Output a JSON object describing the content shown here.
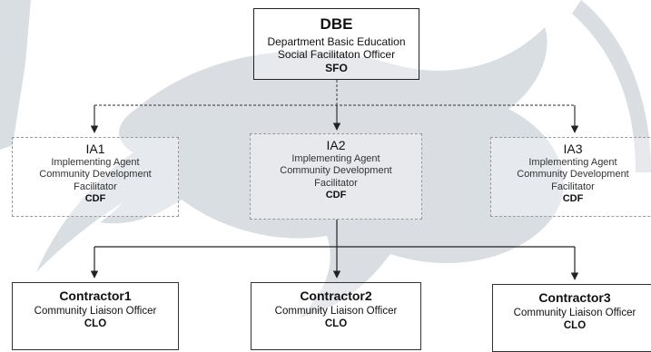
{
  "colors": {
    "watermark": "#cdd3da",
    "line": "#222222",
    "dashed_line": "#777777"
  },
  "root": {
    "title": "DBE",
    "line1": "Department Basic Education",
    "line2": "Social Facilitaton Officer",
    "abbr": "SFO"
  },
  "agents": [
    {
      "title": "IA1",
      "line1": "Implementing Agent",
      "line2": "Community Development",
      "line3": "Facilitator",
      "abbr": "CDF"
    },
    {
      "title": "IA2",
      "line1": "Implementing Agent",
      "line2": "Community Development",
      "line3": "Facilitator",
      "abbr": "CDF"
    },
    {
      "title": "IA3",
      "line1": "Implementing Agent",
      "line2": "Community Development",
      "line3": "Facilitator",
      "abbr": "CDF"
    }
  ],
  "contractors": [
    {
      "title": "Contractor1",
      "line1": "Community Liaison Officer",
      "abbr": "CLO"
    },
    {
      "title": "Contractor2",
      "line1": "Community Liaison Officer",
      "abbr": "CLO"
    },
    {
      "title": "Contractor3",
      "line1": "Community Liaison Officer",
      "abbr": "CLO"
    }
  ]
}
